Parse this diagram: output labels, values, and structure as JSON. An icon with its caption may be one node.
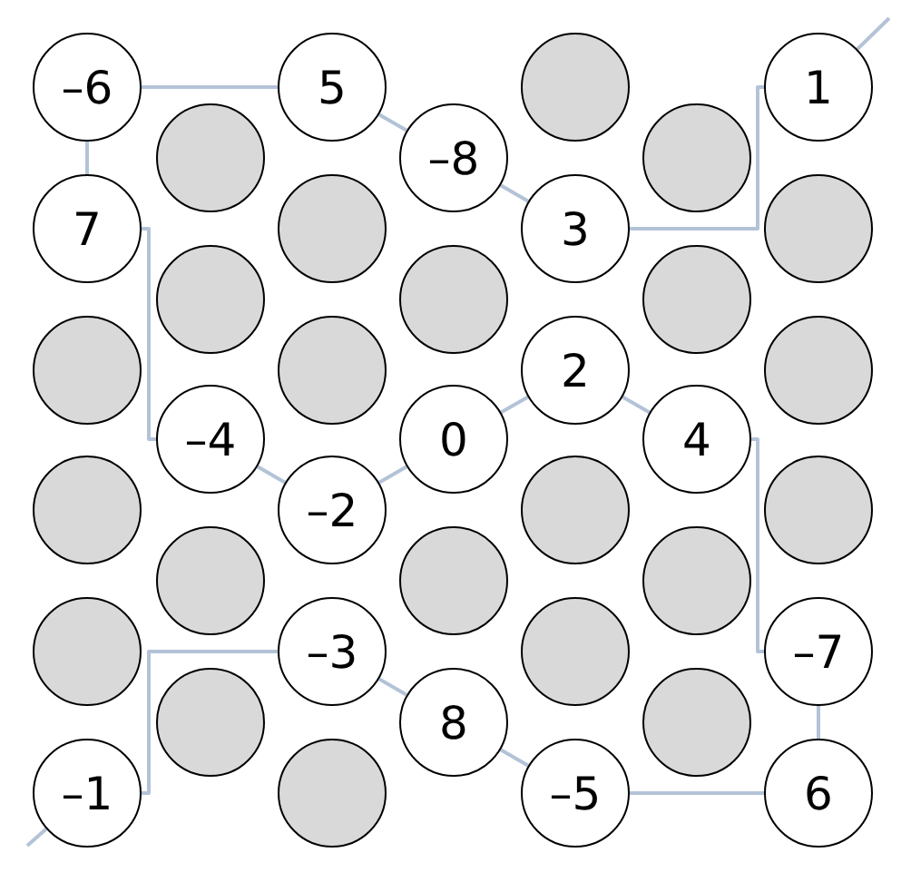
{
  "diagram": {
    "nodes": [
      {
        "text": [
          "–6"
        ]
      },
      {
        "text": [
          "5"
        ]
      },
      {
        "text": [],
        "shape": "circle"
      },
      {
        "text": [
          "1"
        ]
      },
      {
        "text": [],
        "shape": "circle"
      },
      {
        "text": [
          "–8"
        ]
      },
      {
        "text": [],
        "shape": "circle"
      },
      {
        "text": [
          "7"
        ]
      },
      {
        "text": [],
        "shape": "circle"
      },
      {
        "text": [
          "3"
        ]
      },
      {
        "text": [],
        "shape": "circle"
      },
      {
        "text": [],
        "shape": "circle"
      },
      {
        "text": [],
        "shape": "circle"
      },
      {
        "text": [],
        "shape": "circle"
      },
      {
        "text": [],
        "shape": "circle"
      },
      {
        "text": [],
        "shape": "circle"
      },
      {
        "text": [
          "2"
        ]
      },
      {
        "text": [],
        "shape": "circle"
      },
      {
        "text": [
          "–4"
        ]
      },
      {
        "text": [
          "0"
        ]
      },
      {
        "text": [
          "4"
        ]
      },
      {
        "text": [],
        "shape": "circle"
      },
      {
        "text": [
          "–2"
        ]
      },
      {
        "text": [],
        "shape": "circle"
      },
      {
        "text": [],
        "shape": "circle"
      },
      {
        "text": [],
        "shape": "circle"
      },
      {
        "text": [],
        "shape": "circle"
      },
      {
        "text": [],
        "shape": "circle"
      },
      {
        "text": [],
        "shape": "circle"
      },
      {
        "text": [
          "–3"
        ]
      },
      {
        "text": [],
        "shape": "circle"
      },
      {
        "text": [
          "–7"
        ]
      },
      {
        "text": [],
        "shape": "circle"
      },
      {
        "text": [
          "8"
        ]
      },
      {
        "text": [],
        "shape": "circle"
      },
      {
        "text": [
          "–1"
        ]
      },
      {
        "text": [],
        "shape": "circle"
      },
      {
        "text": [
          "–5"
        ]
      },
      {
        "text": [
          "6"
        ]
      }
    ],
    "edges": [
      {
        "from": null,
        "to": 35,
        "arrow": "none"
      },
      {
        "from": 35,
        "to": 29,
        "arrow": "none"
      },
      {
        "from": 29,
        "to": 33,
        "arrow": "none"
      },
      {
        "from": 33,
        "to": 37,
        "arrow": "none"
      },
      {
        "from": 37,
        "to": 38,
        "arrow": "none"
      },
      {
        "from": 38,
        "to": 31,
        "arrow": "none"
      },
      {
        "from": 31,
        "to": 20,
        "arrow": "none"
      },
      {
        "from": 20,
        "to": 16,
        "arrow": "none"
      },
      {
        "from": 16,
        "to": 19,
        "arrow": "none"
      },
      {
        "from": 19,
        "to": 22,
        "arrow": "none"
      },
      {
        "from": 22,
        "to": 18,
        "arrow": "none"
      },
      {
        "from": 18,
        "to": 7,
        "arrow": "none"
      },
      {
        "from": 7,
        "to": 0,
        "arrow": "none"
      },
      {
        "from": 0,
        "to": 1,
        "arrow": "none"
      },
      {
        "from": 1,
        "to": 5,
        "arrow": "none"
      },
      {
        "from": 5,
        "to": 9,
        "arrow": "none"
      },
      {
        "from": 9,
        "to": 3,
        "arrow": "none"
      },
      {
        "from": 3,
        "to": null,
        "arrow": "none"
      }
    ]
  }
}
